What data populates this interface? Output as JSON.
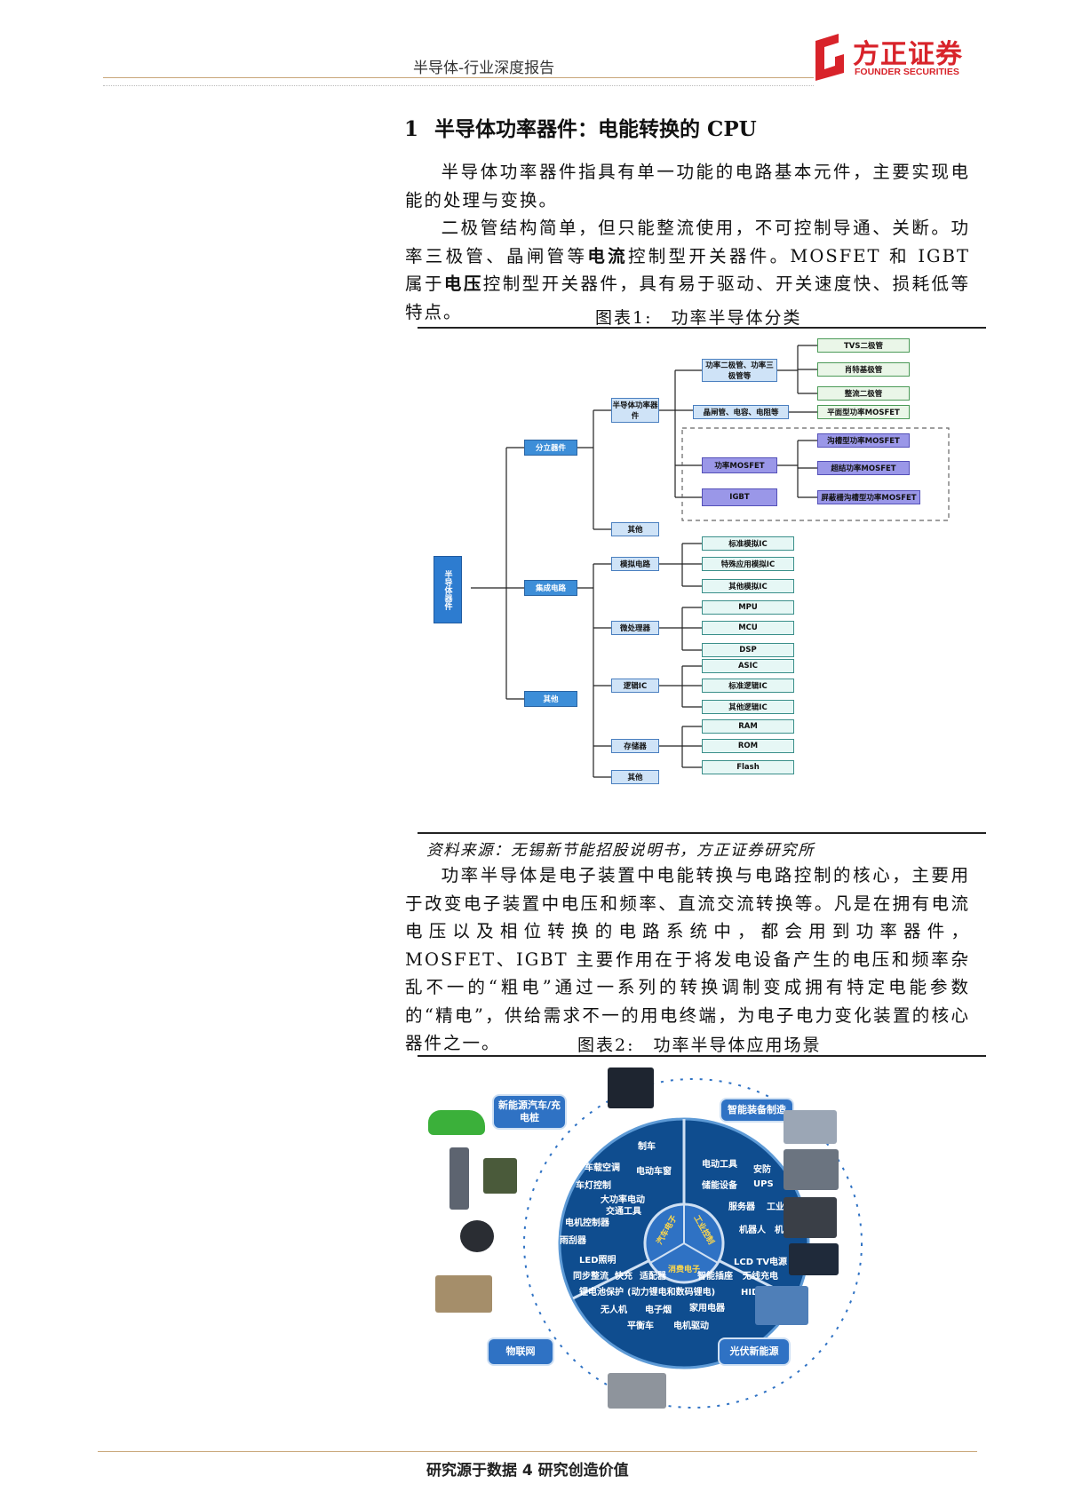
{
  "header": {
    "title": "半导体-行业深度报告",
    "logo_cn": "方正证券",
    "logo_en": "FOUNDER SECURITIES",
    "brand_color": "#d8232a"
  },
  "section": {
    "number": "1",
    "title": "半导体功率器件：电能转换的 CPU"
  },
  "para1": "半导体功率器件指具有单一功能的电路基本元件，主要实现电能的处理与变换。",
  "para2": {
    "a": "二极管结构简单，但只能整流使用，不可控制导通、关断。功率三极管、晶闸管等",
    "b": "电流",
    "c": "控制型开关器件。MOSFET 和 IGBT 属于",
    "d": "电压",
    "e": "控制型开关器件，具有易于驱动、开关速度快、损耗低等特点。"
  },
  "fig1": {
    "caption": "图表1:　功率半导体分类",
    "root": "半导体器件",
    "l1": [
      "分立器件",
      "集成电路",
      "其他"
    ],
    "discrete": {
      "power": "半导体功率器件",
      "other": "其他"
    },
    "power_children": {
      "diode_triode": "功率二极管、功率三极管等",
      "thyristor": "晶闸管、电容、电阻等",
      "mosfet": "功率MOSFET",
      "igbt": "IGBT"
    },
    "diodes": [
      "TVS二极管",
      "肖特基极管",
      "整流二极管"
    ],
    "mosfets": [
      "平面型功率MOSFET",
      "沟槽型功率MOSFET",
      "超结功率MOSFET",
      "屏蔽栅沟槽型功率MOSFET"
    ],
    "ic": {
      "analog": "模拟电路",
      "micro": "微处理器",
      "logic": "逻辑IC",
      "memory": "存储器",
      "other": "其他"
    },
    "analog_items": [
      "标准模拟IC",
      "特殊应用模拟IC",
      "其他模拟IC"
    ],
    "micro_items": [
      "MPU",
      "MCU",
      "DSP"
    ],
    "logic_items": [
      "ASIC",
      "标准逻辑IC",
      "其他逻辑IC"
    ],
    "memory_items": [
      "RAM",
      "ROM",
      "Flash"
    ]
  },
  "source": "资料来源：无锡新节能招股说明书，方正证券研究所",
  "para3": "功率半导体是电子装置中电能转换与电路控制的核心，主要用于改变电子装置中电压和频率、直流交流转换等。凡是在拥有电流电压以及相位转换的电路系统中，都会用到功率器件，MOSFET、IGBT 主要作用在于将发电设备产生的电压和频率杂乱不一的“粗电”通过一系列的转换调制变成拥有特定电能参数的“精电”，供给需求不一的用电终端，为电子电力变化装置的核心器件之一。",
  "fig2": {
    "caption": "图表2:　功率半导体应用场景",
    "tags": [
      "新能源汽车/充电桩",
      "智能装备制造",
      "物联网",
      "光伏新能源"
    ],
    "center": [
      "汽车电子",
      "工业控制",
      "消费电子"
    ],
    "auto": [
      "制车",
      "车载空调",
      "电动车窗",
      "车灯控制",
      "大功率电动",
      "交通工具",
      "电机控制器",
      "雨刮器"
    ],
    "industry": [
      "电动工具",
      "安防",
      "储能设备",
      "UPS",
      "服务器",
      "工业电机",
      "机器人",
      "机械臂"
    ],
    "consumer": [
      "LED照明",
      "LCD TV电源",
      "同步整流",
      "快充",
      "适配器",
      "智能插座",
      "无线充电",
      "锂电池保护",
      "(动力锂电和数码锂电)",
      "HID灯",
      "无人机",
      "电子烟",
      "家用电器",
      "平衡车",
      "电机驱动"
    ]
  },
  "footer": "研究源于数据 4 研究创造价值"
}
